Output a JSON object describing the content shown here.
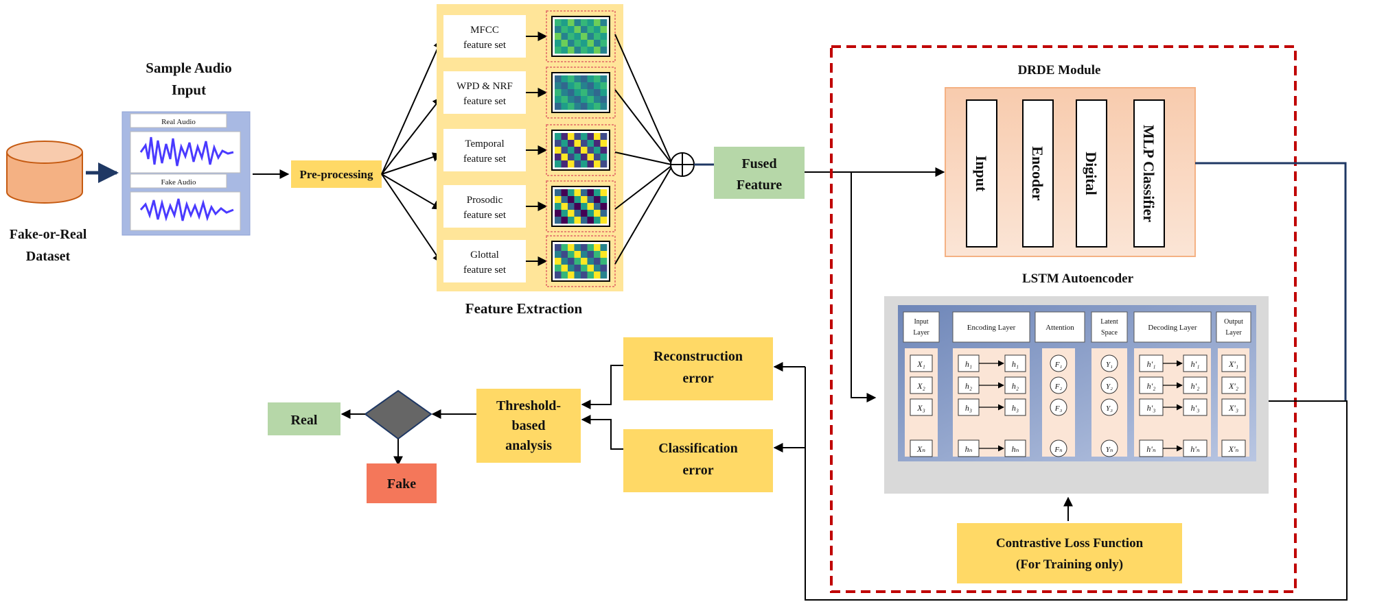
{
  "dataset": {
    "line1": "Fake-or-Real",
    "line2": "Dataset"
  },
  "sample_input": {
    "title_line1": "Sample Audio",
    "title_line2": "Input",
    "real_label": "Real Audio",
    "fake_label": "Fake Audio"
  },
  "preprocessing": "Pre-processing",
  "feature_extraction": {
    "title": "Feature Extraction",
    "features": [
      {
        "line1": "MFCC",
        "line2": "feature set"
      },
      {
        "line1": "WPD & NRF",
        "line2": "feature set"
      },
      {
        "line1": "Temporal",
        "line2": "feature set"
      },
      {
        "line1": "Prosodic",
        "line2": "feature set"
      },
      {
        "line1": "Glottal",
        "line2": "feature set"
      }
    ]
  },
  "fused": {
    "line1": "Fused",
    "line2": "Feature"
  },
  "drde": {
    "title": "DRDE  Module",
    "blocks": [
      "Input",
      "Encoder",
      "Digital",
      "MLP Classifier"
    ]
  },
  "lstm": {
    "title": "LSTM Autoencoder",
    "headers": [
      "Input Layer",
      "Encoding Layer",
      "Attention",
      "Latent Space",
      "Decoding Layer",
      "Output Layer"
    ],
    "x_inputs": [
      "X₁",
      "X₂",
      "X₃",
      "Xₙ"
    ],
    "h_left": [
      "h₁",
      "h₂",
      "h₃",
      "hₙ"
    ],
    "h_right": [
      "h₁",
      "h₂",
      "h₃",
      "hₙ"
    ],
    "attention": [
      "F₁",
      "F₂",
      "F₃",
      "Fₙ"
    ],
    "latent": [
      "Y₁",
      "Y₂",
      "Y₃",
      "Yₙ"
    ],
    "hp_left": [
      "h'₁",
      "h'₂",
      "h'₃",
      "h'ₙ"
    ],
    "hp_right": [
      "h'₁",
      "h'₂",
      "h'₃",
      "h'ₙ"
    ],
    "x_outputs": [
      "X'₁",
      "X'₂",
      "X'₃",
      "X'ₙ"
    ]
  },
  "contrastive": {
    "line1": "Contrastive Loss Function",
    "line2": "(For Training only)"
  },
  "reconstruction_error": {
    "line1": "Reconstruction",
    "line2": "error"
  },
  "classification_error": {
    "line1": "Classification",
    "line2": "error"
  },
  "threshold": {
    "line1": "Threshold-",
    "line2": "based",
    "line3": "analysis"
  },
  "outputs": {
    "real": "Real",
    "fake": "Fake"
  },
  "colors": {
    "yellow": "#FFD966",
    "green": "#B6D7A8",
    "red": "#F4775A",
    "orange_db": "#F4B183",
    "dashed_red": "#C00000",
    "navy": "#1F3864",
    "lstm_blue": "#8EA3CF",
    "diamond": "#666666"
  }
}
